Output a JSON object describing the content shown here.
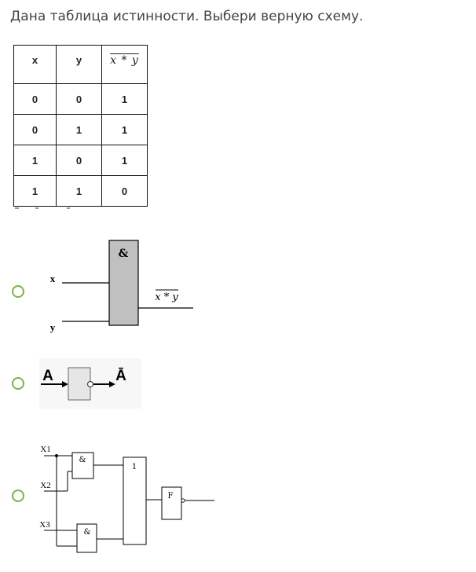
{
  "question": "Дана таблица истинности. Выбери верную схему.",
  "truth_table": {
    "headers": [
      "x",
      "y",
      "x * y"
    ],
    "rows": [
      [
        "0",
        "0",
        "1"
      ],
      [
        "0",
        "1",
        "1"
      ],
      [
        "1",
        "0",
        "1"
      ],
      [
        "1",
        "1",
        "0"
      ]
    ]
  },
  "options": [
    {
      "gate_label": "&",
      "input_x": "x",
      "input_y": "y",
      "output": "x * y"
    },
    {
      "input": "A",
      "output": "Ā"
    },
    {
      "input_1": "X1",
      "input_2": "X2",
      "input_3": "X3",
      "and_gate_1": "&",
      "and_gate_2": "&",
      "or_gate": "1",
      "output_gate": "F"
    }
  ],
  "colors": {
    "radio_border": "#7cb342",
    "gate_fill": "#c0c0c0",
    "inverter_fill": "#e6e6e6"
  }
}
